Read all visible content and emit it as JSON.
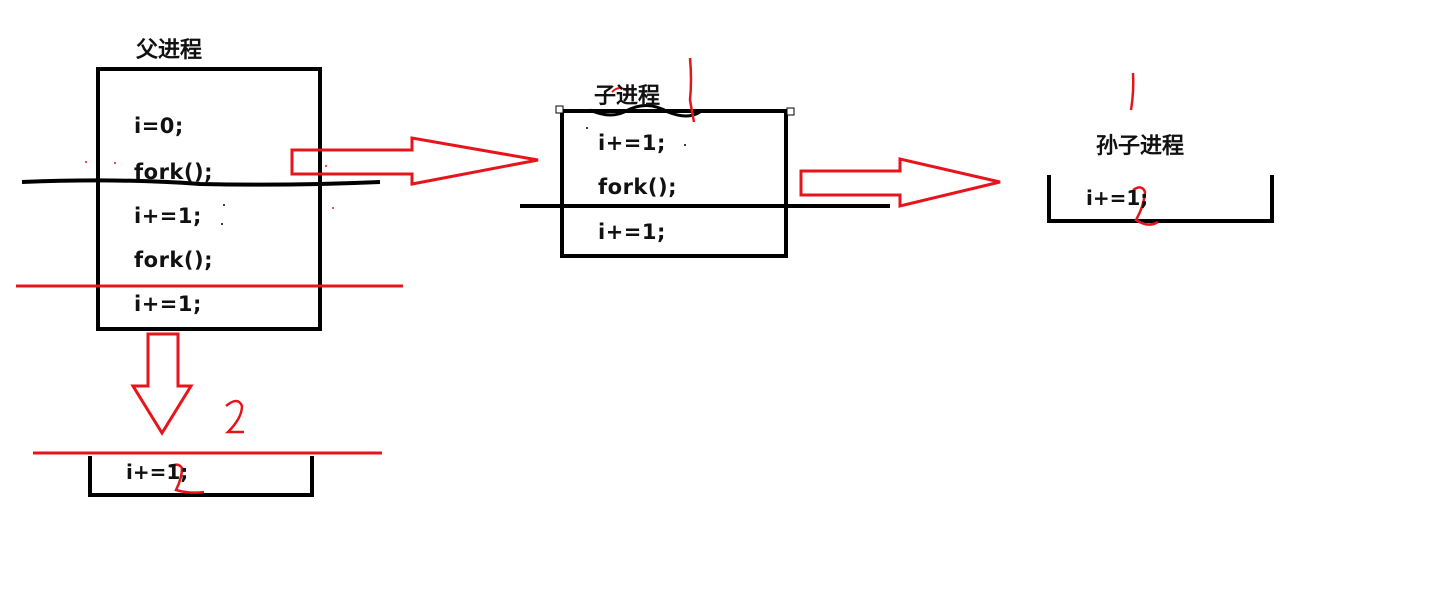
{
  "parent": {
    "title": "父进程",
    "lines": [
      "i=0;",
      "fork();",
      "i+=1;",
      "fork();",
      "i+=1;"
    ]
  },
  "parent_child": {
    "lines": [
      "i+=1;"
    ],
    "annotation": "2"
  },
  "child": {
    "title": "子进程",
    "lines": [
      "i+=1;",
      "fork();",
      "i+=1;"
    ],
    "annotation": "1"
  },
  "grandchild": {
    "title": "孙子进程",
    "lines": [
      "i+=1;"
    ],
    "annotation_top": "1",
    "annotation_bottom": "2"
  },
  "colors": {
    "box": "#000000",
    "annotation": "#e8141c"
  }
}
